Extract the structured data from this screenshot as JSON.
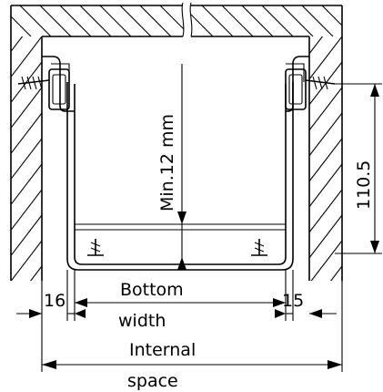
{
  "labels": {
    "min_gap": "Min.12  mm",
    "height": "110.5",
    "left_clearance": "16",
    "right_clearance": "15",
    "bottom_line1": "Bottom",
    "bottom_line2": "width",
    "internal_line1": "Internal",
    "internal_line2": "space"
  },
  "colors": {
    "line": "#000000",
    "background": "#ffffff"
  }
}
